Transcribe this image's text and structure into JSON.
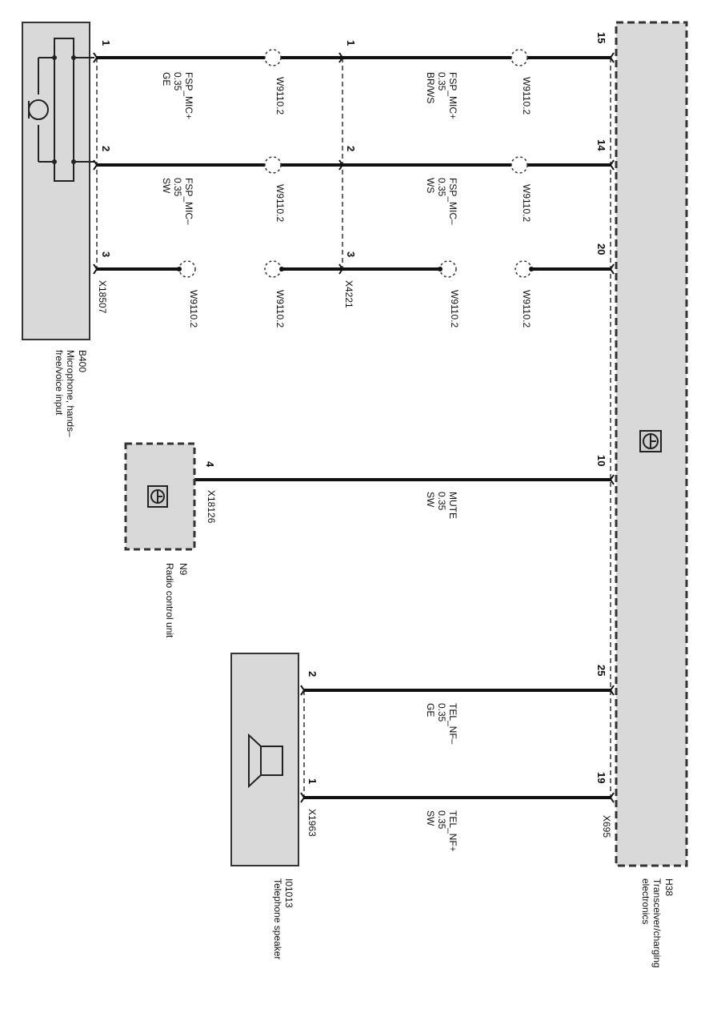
{
  "components": {
    "b400": {
      "code": "B400",
      "name_line1": "Microphone, hands–",
      "name_line2": "free/voice input",
      "connector": "X18507",
      "pins": [
        "1",
        "2",
        "3"
      ]
    },
    "h38": {
      "code": "H38",
      "name_line1": "Transceiver/charging",
      "name_line2": "electronics",
      "connector": "X695",
      "pins": [
        "15",
        "14",
        "20",
        "10",
        "25",
        "19"
      ]
    },
    "n9": {
      "code": "N9",
      "name": "Radio control unit",
      "connector": "X18126",
      "pin": "4"
    },
    "i01013": {
      "code": "I01013",
      "name": "Telephone speaker",
      "connector": "X1963",
      "pins": [
        "2",
        "1"
      ]
    },
    "x4221": {
      "connector": "X4221",
      "pins": [
        "1",
        "2",
        "3"
      ]
    }
  },
  "wires": {
    "mic_plus_left": {
      "signal": "FSP_MIC+",
      "size": "0.35",
      "color": "GE"
    },
    "mic_minus_left": {
      "signal": "FSP_MIC–",
      "size": "0.35",
      "color": "SW"
    },
    "mic_plus_right": {
      "signal": "FSP_MIC+",
      "size": "0.35",
      "color": "BR/WS"
    },
    "mic_minus_right": {
      "signal": "FSP_MIC–",
      "size": "0.35",
      "color": "WS"
    },
    "mute": {
      "signal": "MUTE",
      "size": "0.35",
      "color": "SW"
    },
    "tel_nf_minus": {
      "signal": "TEL_NF–",
      "size": "0.35",
      "color": "GE"
    },
    "tel_nf_plus": {
      "signal": "TEL_NF+",
      "size": "0.35",
      "color": "SW"
    }
  },
  "shields": {
    "shield_label": "W9110.2"
  }
}
